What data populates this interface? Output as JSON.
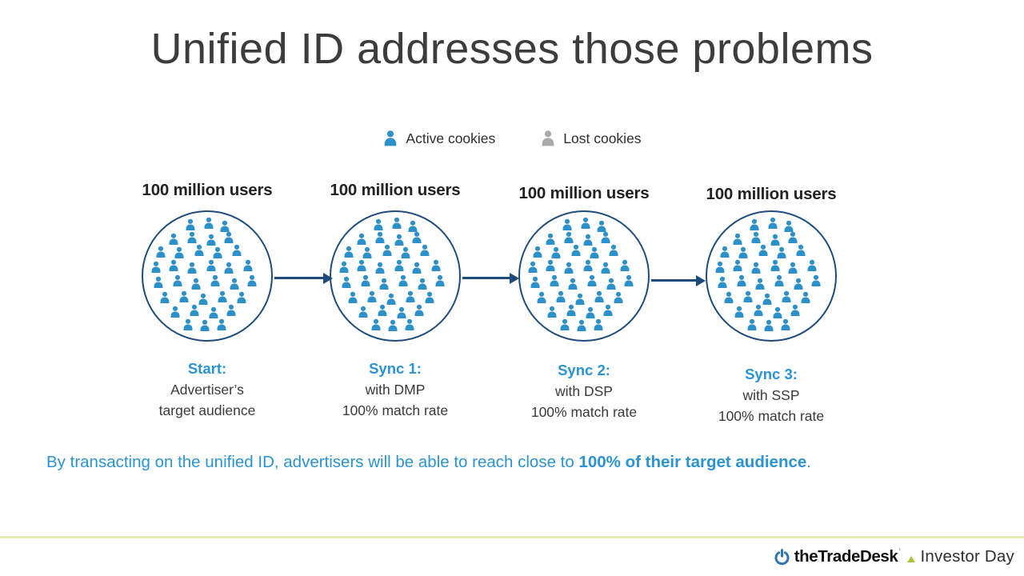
{
  "slide": {
    "title": "Unified ID addresses those problems",
    "legend": [
      {
        "icon": "active-user-icon",
        "label": "Active cookies",
        "color": "#2E90C8"
      },
      {
        "icon": "lost-user-icon",
        "label": "Lost cookies",
        "color": "#A9A9A9"
      }
    ],
    "icons_per_circle": 36,
    "groups": [
      {
        "header": "100 million users",
        "caption_title": "Start:",
        "caption_lines": [
          "Advertiser’s",
          "target audience"
        ]
      },
      {
        "header": "100 million users",
        "caption_title": "Sync 1:",
        "caption_lines": [
          "with DMP",
          "100% match rate"
        ]
      },
      {
        "header": "100 million users",
        "caption_title": "Sync 2:",
        "caption_lines": [
          "with DSP",
          "100% match rate"
        ]
      },
      {
        "header": "100 million users",
        "caption_title": "Sync 3:",
        "caption_lines": [
          "with SSP",
          "100% match rate"
        ]
      }
    ],
    "conclusion": {
      "text": "By transacting on the unified ID, advertisers will be able to reach close to ",
      "bold": "100% of their target audience",
      "suffix": "."
    },
    "footer": {
      "brand": "theTradeDesk",
      "tm": "’",
      "event": "Investor Day"
    },
    "colors": {
      "active": "#2E90C8",
      "lost": "#A9A9A9",
      "circle_outline": "#1C4B7C",
      "arrow": "#1C4B7C",
      "accent_blue": "#2B93D1",
      "footer_line": "#E6ECB4",
      "brand_blue": "#2C73B5",
      "brand_triangle": "#AEC23F"
    }
  }
}
